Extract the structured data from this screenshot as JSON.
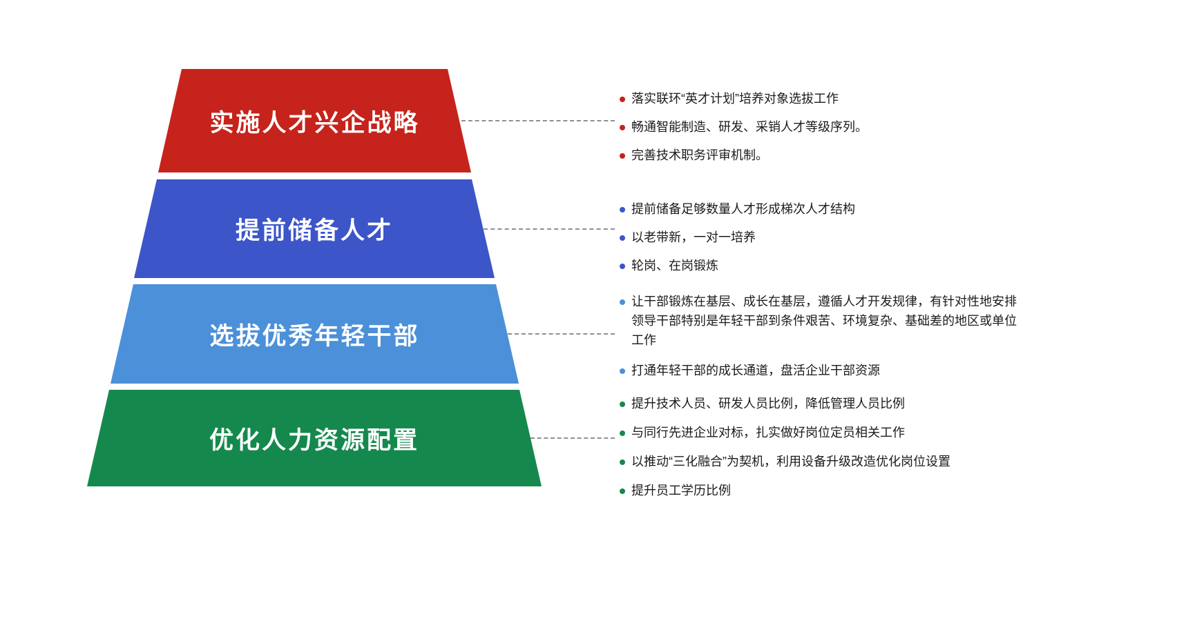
{
  "diagram": {
    "type": "pyramid",
    "connector_color": "#8f8f8f",
    "layers": [
      {
        "label": "实施人才兴企战略",
        "color": "#c5231b",
        "bullets": [
          "落实联环“英才计划”培养对象选拔工作",
          "畅通智能制造、研发、采销人才等级序列。",
          "完善技术职务评审机制。"
        ]
      },
      {
        "label": "提前储备人才",
        "color": "#3c55c9",
        "bullets": [
          "提前储备足够数量人才形成梯次人才结构",
          "以老带新，一对一培养",
          "轮岗、在岗锻炼"
        ]
      },
      {
        "label": "选拔优秀年轻干部",
        "color": "#4b90d9",
        "bullets": [
          "让干部锻炼在基层、成长在基层，遵循人才开发规律，有针对性地安排领导干部特别是年轻干部到条件艰苦、环境复杂、基础差的地区或单位工作",
          "打通年轻干部的成长通道，盘活企业干部资源"
        ]
      },
      {
        "label": "优化人力资源配置",
        "color": "#15894d",
        "bullets": [
          "提升技术人员、研发人员比例，降低管理人员比例",
          "与同行先进企业对标，扎实做好岗位定员相关工作",
          "以推动“三化融合”为契机，利用设备升级改造优化岗位设置",
          "提升员工学历比例"
        ]
      }
    ]
  }
}
